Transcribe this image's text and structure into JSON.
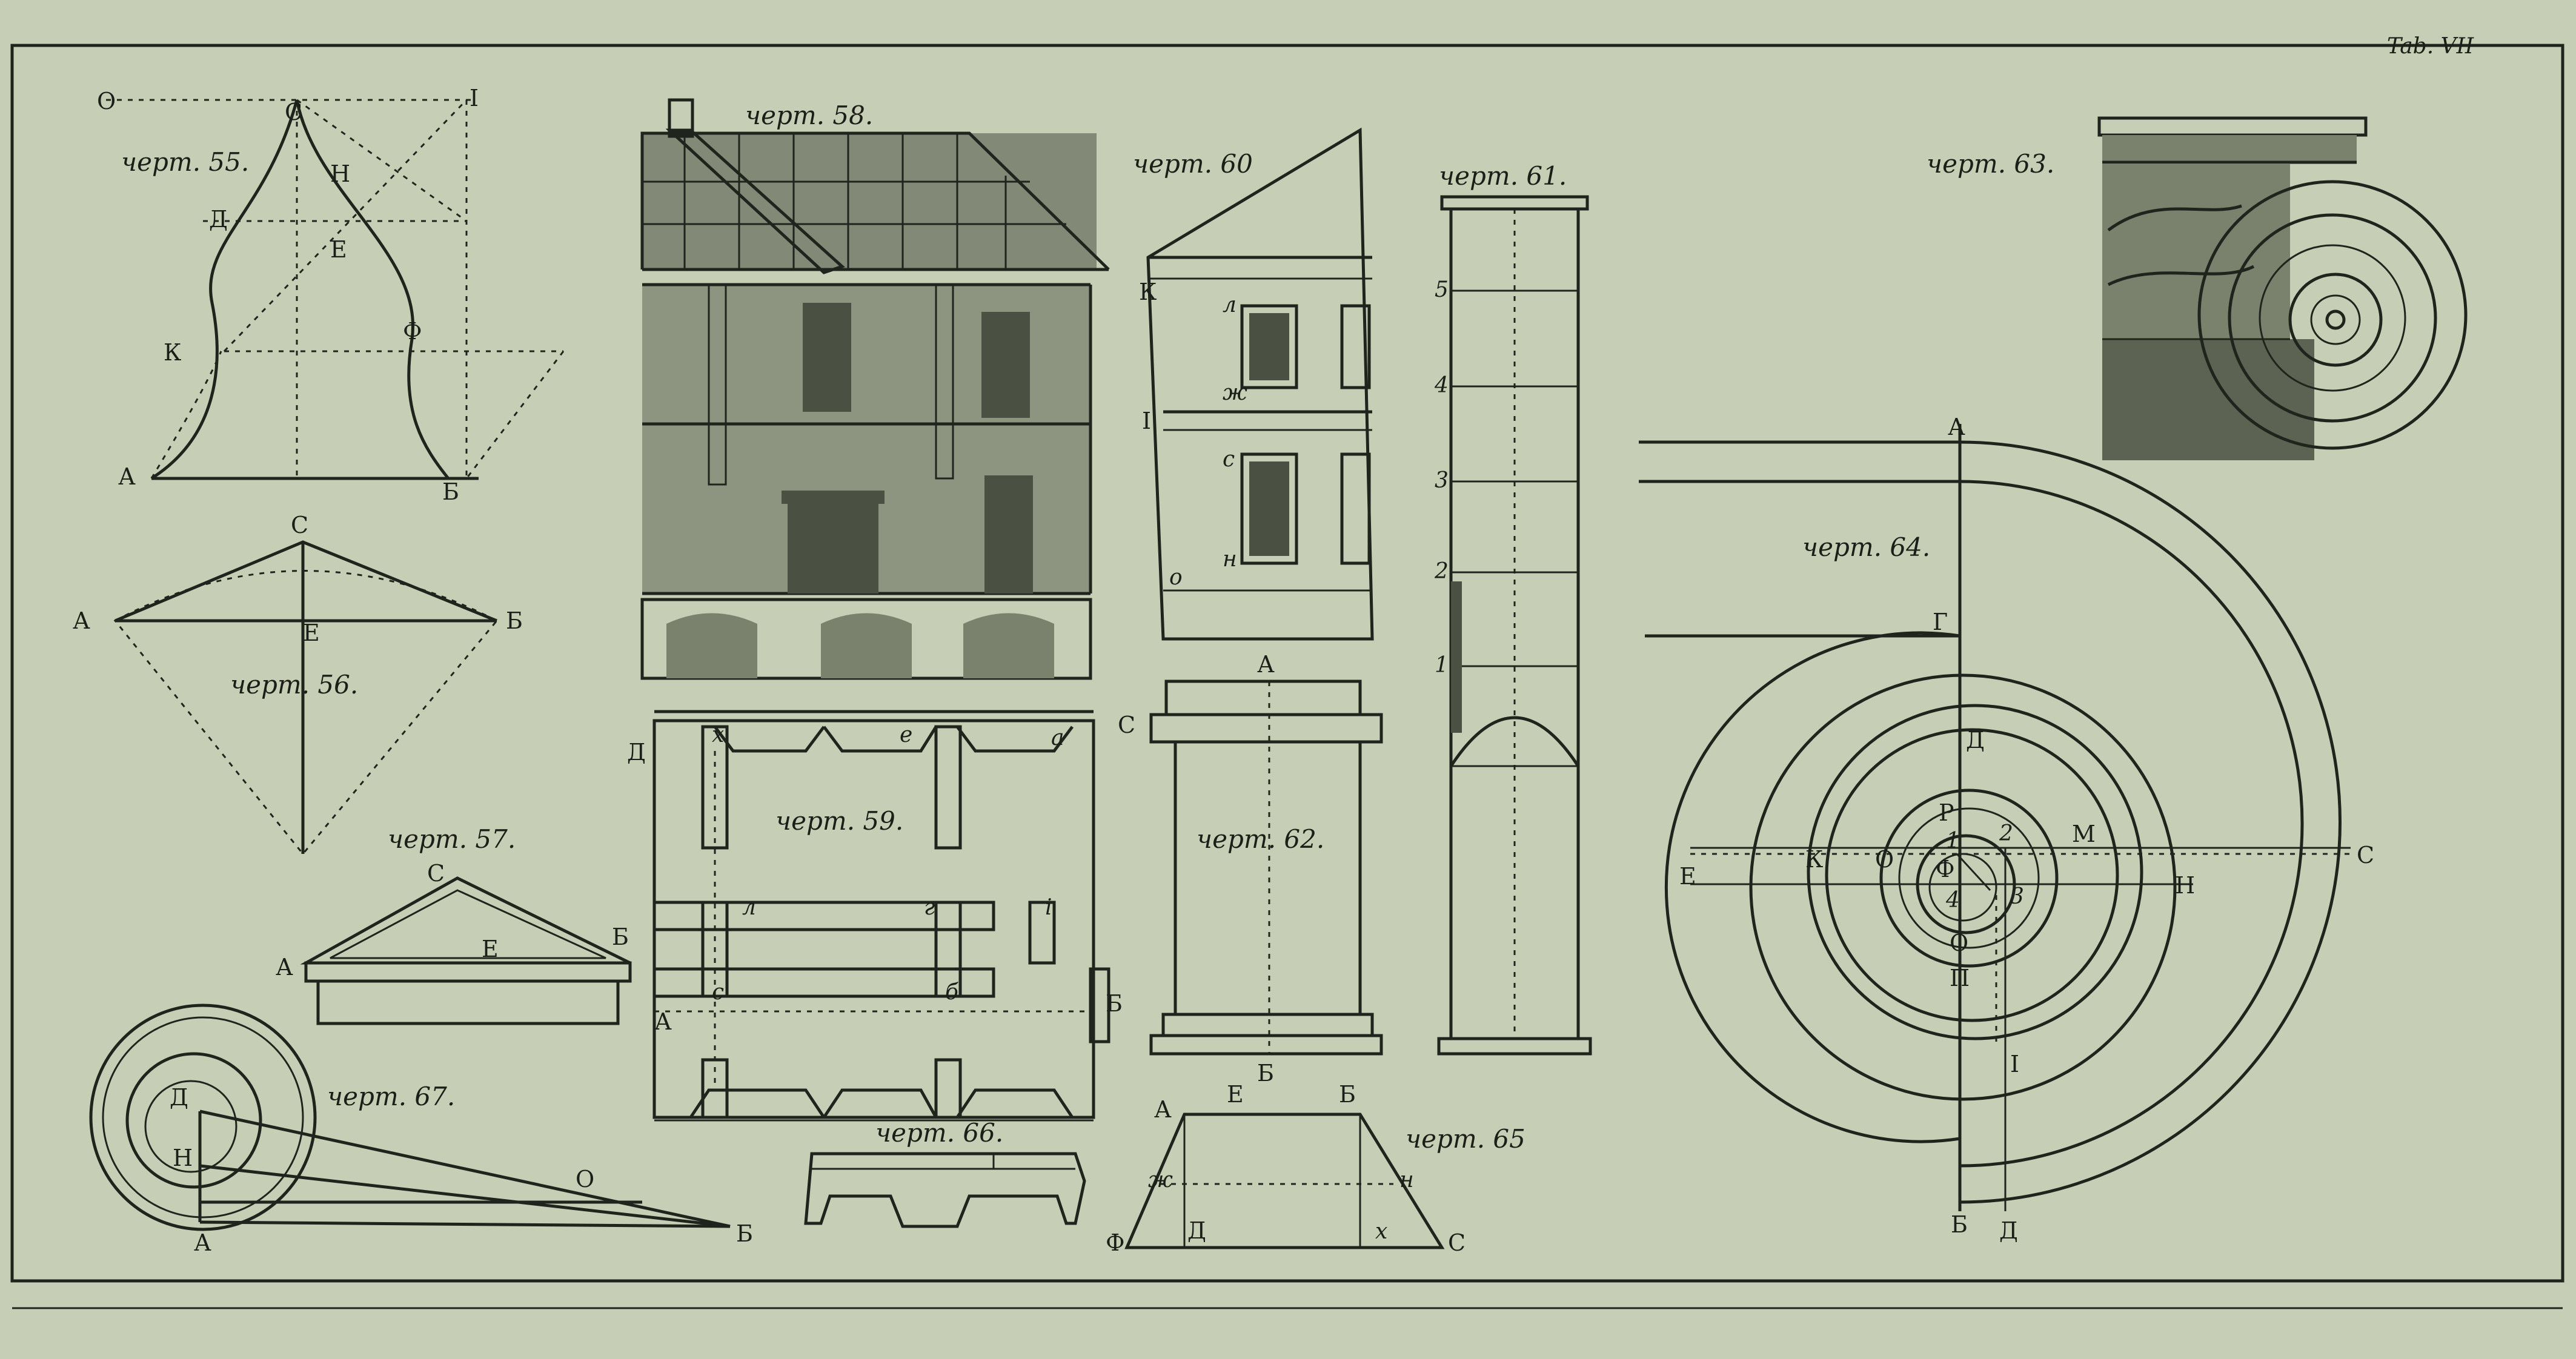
{
  "plate": {
    "plate_mark": "Tab. VII",
    "colors": {
      "paper": "#c6cfb6",
      "ink": "#1f241c"
    }
  },
  "figures": {
    "fig55": {
      "caption": "черт. 55.",
      "labels": {
        "o": "О",
        "c": "С",
        "i": "І",
        "n": "Н",
        "d": "Д",
        "e": "Е",
        "k": "К",
        "f": "Ф",
        "a": "А",
        "b": "Б"
      }
    },
    "fig56": {
      "caption": "черт. 56.",
      "labels": {
        "c": "С",
        "a": "А",
        "b": "Б",
        "e": "Е"
      }
    },
    "fig57": {
      "caption": "черт. 57.",
      "labels": {
        "c": "С",
        "a": "А",
        "e": "Е",
        "b": "Б"
      }
    },
    "fig58": {
      "caption": "черт. 58."
    },
    "fig59": {
      "caption": "черт. 59.",
      "labels": {
        "d": "Д",
        "a": "А",
        "b": "Б",
        "x": "х",
        "e": "е",
        "a2": "а",
        "l": "л",
        "g": "г",
        "i": "і",
        "s": "с",
        "b2": "б"
      }
    },
    "fig60": {
      "caption": "черт. 60",
      "labels": {
        "k": "К",
        "l": "л",
        "zh": "ж",
        "i": "І",
        "s": "с",
        "n": "н",
        "o": "о"
      }
    },
    "fig61": {
      "caption": "черт. 61.",
      "labels": {
        "n5": "5",
        "n4": "4",
        "n3": "3",
        "n2": "2",
        "n1": "1"
      }
    },
    "fig62": {
      "caption": "черт. 62.",
      "labels": {
        "a": "А",
        "c": "С",
        "b": "Б"
      }
    },
    "fig63": {
      "caption": "черт. 63."
    },
    "fig64": {
      "caption": "черт. 64.",
      "labels": {
        "a": "А",
        "g": "Г",
        "d": "Д",
        "r": "Р",
        "m": "М",
        "e": "Е",
        "k": "К",
        "o": "О",
        "f": "Ф",
        "c": "С",
        "n": "Н",
        "o2": "О",
        "p": "П",
        "i": "І",
        "b": "Б",
        "d2": "Д",
        "n1": "1",
        "n2": "2",
        "n3": "3",
        "n4": "4"
      }
    },
    "fig65": {
      "caption": "черт. 65",
      "labels": {
        "a": "А",
        "e": "Е",
        "b": "Б",
        "zh": "ж",
        "n": "н",
        "f": "Ф",
        "d": "Д",
        "x": "х",
        "c": "С"
      }
    },
    "fig66": {
      "caption": "черт. 66."
    },
    "fig67": {
      "caption": "черт. 67.",
      "labels": {
        "d": "Д",
        "n": "Н",
        "o": "О",
        "a": "А",
        "b": "Б"
      }
    }
  }
}
